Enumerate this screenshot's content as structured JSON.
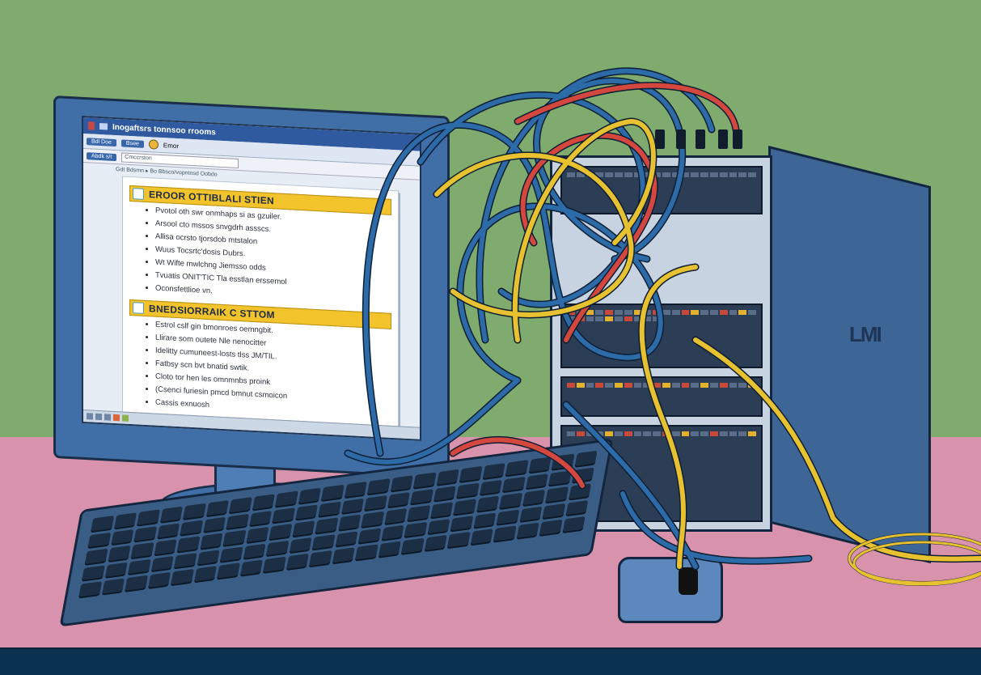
{
  "scene": {
    "description": "Illustration of a desktop computer with an error report on screen and a tangled mess of network cables running to an open server tower",
    "colors": {
      "wall": "#7fac6e",
      "desk": "#d992ab",
      "floor": "#0b3150",
      "monitor_bezel": "#3f6fa6",
      "tower_side": "#3d6697",
      "cable_blue": "#2d6aa8",
      "cable_yellow": "#e7c130",
      "cable_red": "#d4473e",
      "header_yellow": "#f3c32c"
    }
  },
  "window": {
    "title": "Inogaftsrs tonnsoo rrooms",
    "toolbar": {
      "btn1": "Bdl Doe",
      "btn2": "Bsee",
      "label": "Emor"
    },
    "address": {
      "tab": "Abdk s/t",
      "value": "Cmccrston"
    },
    "breadcrumb": "Gdt Bdsmn ▸ Bo Bbsco/vopntnsd Oobdo"
  },
  "document": {
    "sections": [
      {
        "heading": "EROOR OTTIBLALI STIEN",
        "items": [
          "Pvotol oth swr onmhaps si as gzuiler.",
          "Arsool cto mssos snvgdrh assscs.",
          "Allisa ocrsto tjorsdob mtstalon",
          "Wuus Tocsrtc'dosis Dubrs.",
          "Wt Wifte mwlchng Jiemsso odds",
          "Tvuatis ONIT'TIC Tla esstlan erssemol",
          "Oconsfettlioe vn."
        ]
      },
      {
        "heading": "BNEDSIORRAIK C STTOM",
        "items": [
          "Estrol cslf gin bmonroes oemngbit.",
          "Llirare som outete Nle nenocitter",
          "Idelitty cumuneest-losts tlss JM/TIL.",
          "Fatbsy scn bvt bnatid swtik.",
          "Cloto tor hen les omnmnbs proink",
          "(Csenci furiesin pmcd bmnut csmoicon",
          "Cassis exnuosh"
        ]
      }
    ]
  },
  "tower": {
    "logo": "LMI"
  }
}
